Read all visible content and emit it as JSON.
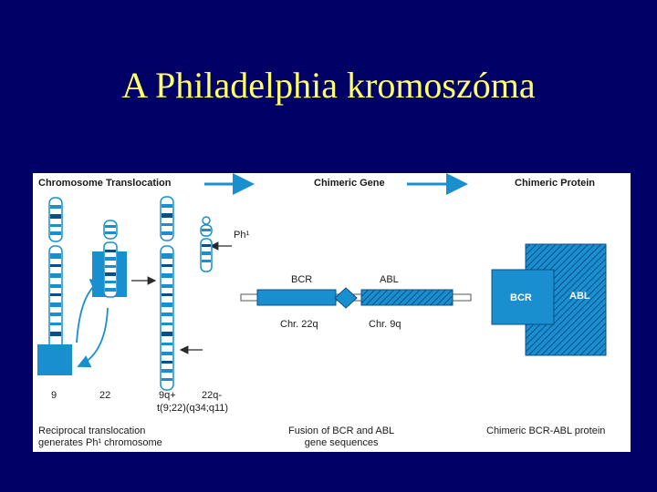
{
  "slide": {
    "title": "A Philadelphia kromoszóma"
  },
  "figure": {
    "headers": {
      "translocation": "Chromosome Translocation",
      "gene": "Chimeric Gene",
      "protein": "Chimeric Protein"
    },
    "chromosomes": {
      "chr9": "9",
      "chr22": "22",
      "chr9q": "9q+",
      "chr22q": "22q-",
      "translocation_notation": "t(9;22)(q34;q11)",
      "ph_label": "Ph¹"
    },
    "gene": {
      "bcr": "BCR",
      "abl": "ABL",
      "chr22q": "Chr. 22q",
      "chr9q": "Chr. 9q"
    },
    "protein": {
      "bcr": "BCR",
      "abl": "ABL"
    },
    "captions": {
      "translocation_line1": "Reciprocal translocation",
      "translocation_line2": "generates Ph¹ chromosome",
      "gene_line1": "Fusion of BCR and ABL",
      "gene_line2": "gene sequences",
      "protein": "Chimeric BCR-ABL protein"
    },
    "colors": {
      "background": "#000066",
      "title": "#ffff66",
      "accent_blue": "#1a8fd0",
      "dark_band": "#0b4f86"
    }
  }
}
